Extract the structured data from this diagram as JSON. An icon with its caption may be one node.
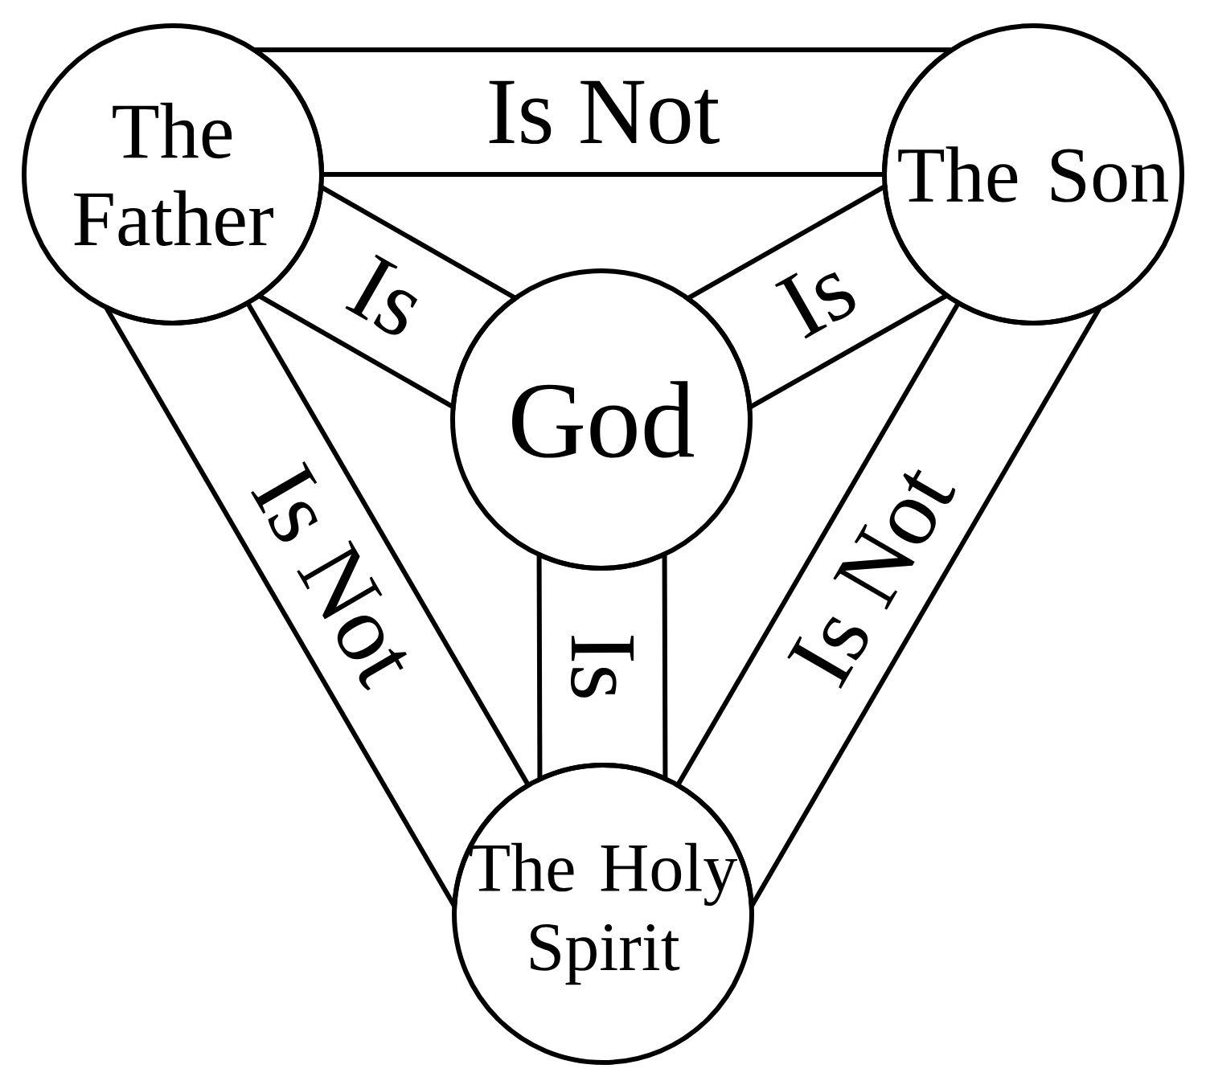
{
  "diagram": {
    "nodes": [
      {
        "text": [
          "The Father"
        ]
      },
      {
        "text": [
          "The Son"
        ]
      },
      {
        "text": [
          "God"
        ]
      },
      {
        "text": [
          "The Holy Spirit"
        ]
      }
    ],
    "edges": [
      {
        "from": 0,
        "to": 1,
        "arrow": "none",
        "label": "Is Not"
      },
      {
        "from": 0,
        "to": 2,
        "arrow": "none",
        "label": "Is"
      },
      {
        "from": 1,
        "to": 2,
        "arrow": "none",
        "label": "Is"
      },
      {
        "from": 0,
        "to": 3,
        "arrow": "none",
        "label": "Is Not"
      },
      {
        "from": 2,
        "to": 3,
        "arrow": "none",
        "label": "Is"
      },
      {
        "from": 1,
        "to": 3,
        "arrow": "none",
        "label": "Is Not"
      }
    ]
  }
}
